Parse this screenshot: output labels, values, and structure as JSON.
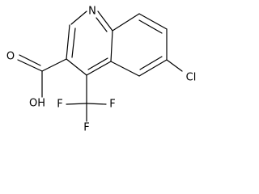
{
  "structure": {
    "atoms": {
      "ring_nitrogen": "N",
      "chlorine": "Cl",
      "carbonyl_oxygen": "O",
      "hydroxyl": "OH",
      "fluorine_1": "F",
      "fluorine_2": "F",
      "fluorine_3": "F"
    },
    "colors": {
      "ink": "#000000",
      "background": "#ffffff"
    }
  }
}
